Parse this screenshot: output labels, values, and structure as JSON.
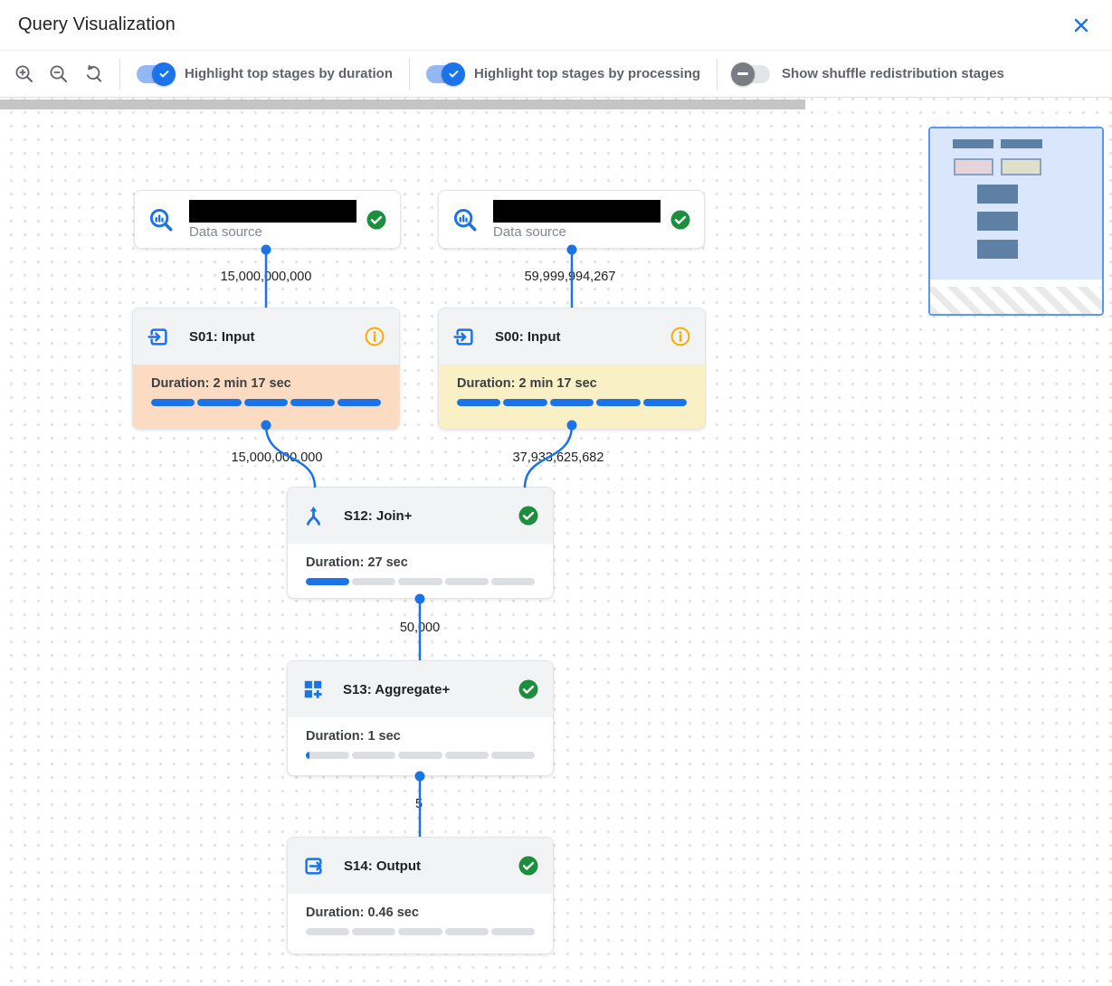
{
  "dialog": {
    "title": "Query Visualization"
  },
  "toolbar": {
    "zoom_in": "zoom in",
    "zoom_out": "zoom out",
    "zoom_reset": "reset zoom",
    "toggles": [
      {
        "label": "Highlight top stages by duration",
        "state": "on"
      },
      {
        "label": "Highlight top stages by processing",
        "state": "on"
      },
      {
        "label": "Show shuffle redistribution stages",
        "state": "off"
      }
    ]
  },
  "graph": {
    "data_sources": [
      {
        "caption": "Data source",
        "status": "completed"
      },
      {
        "caption": "Data source",
        "status": "completed"
      }
    ],
    "stages": [
      {
        "title": "S01: Input",
        "duration": "Duration: 2 min 17 sec",
        "status": "info",
        "highlight": "duration",
        "segments": [
          "100%",
          "100%",
          "100%",
          "100%",
          "100%"
        ]
      },
      {
        "title": "S00: Input",
        "duration": "Duration: 2 min 17 sec",
        "status": "info",
        "highlight": "processing",
        "segments": [
          "100%",
          "100%",
          "100%",
          "100%",
          "100%"
        ]
      },
      {
        "title": "S12: Join+",
        "duration": "Duration: 27 sec",
        "status": "completed",
        "highlight": "none",
        "segments": [
          "100%",
          "0%",
          "0%",
          "0%",
          "0%"
        ]
      },
      {
        "title": "S13: Aggregate+",
        "duration": "Duration: 1 sec",
        "status": "completed",
        "highlight": "none",
        "segments": [
          "8%",
          "0%",
          "0%",
          "0%",
          "0%"
        ]
      },
      {
        "title": "S14: Output",
        "duration": "Duration: 0.46 sec",
        "status": "completed",
        "highlight": "none",
        "segments": [
          "0%",
          "0%",
          "0%",
          "0%",
          "0%"
        ]
      }
    ],
    "edges": [
      {
        "label": "15,000,000,000"
      },
      {
        "label": "59,999,994,267"
      },
      {
        "label": "15,000,000,000"
      },
      {
        "label": "37,933,625,682"
      },
      {
        "label": "50,000"
      },
      {
        "label": "5"
      }
    ]
  },
  "colors": {
    "accent_blue": "#1a73e8",
    "success_green": "#1e8e3e",
    "info_orange": "#f9ab00",
    "duration_highlight": "#fbdcc2",
    "processing_highlight": "#faf0c5",
    "stage_header_gray": "#f1f3f4"
  }
}
